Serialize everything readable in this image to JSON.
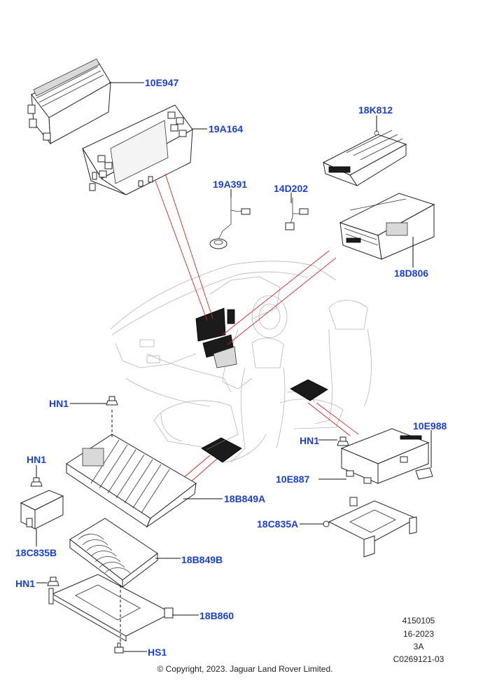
{
  "callouts": {
    "c_10E947": "10E947",
    "c_19A164": "19A164",
    "c_18K812": "18K812",
    "c_19A391": "19A391",
    "c_14D202": "14D202",
    "c_18D806": "18D806",
    "c_HN1_a": "HN1",
    "c_10E988": "10E988",
    "c_HN1_b": "HN1",
    "c_HN1_c": "HN1",
    "c_10E887": "10E887",
    "c_18B849A": "18B849A",
    "c_18C835A": "18C835A",
    "c_18C835B": "18C835B",
    "c_18B849B": "18B849B",
    "c_HN1_d": "HN1",
    "c_18B860": "18B860",
    "c_HS1": "HS1"
  },
  "meta": {
    "line1": "4150105",
    "line2": "16-2023",
    "line3": "3A",
    "line4": "C0269121-03"
  },
  "copyright": "© Copyright, 2023. Jaguar Land Rover Limited."
}
